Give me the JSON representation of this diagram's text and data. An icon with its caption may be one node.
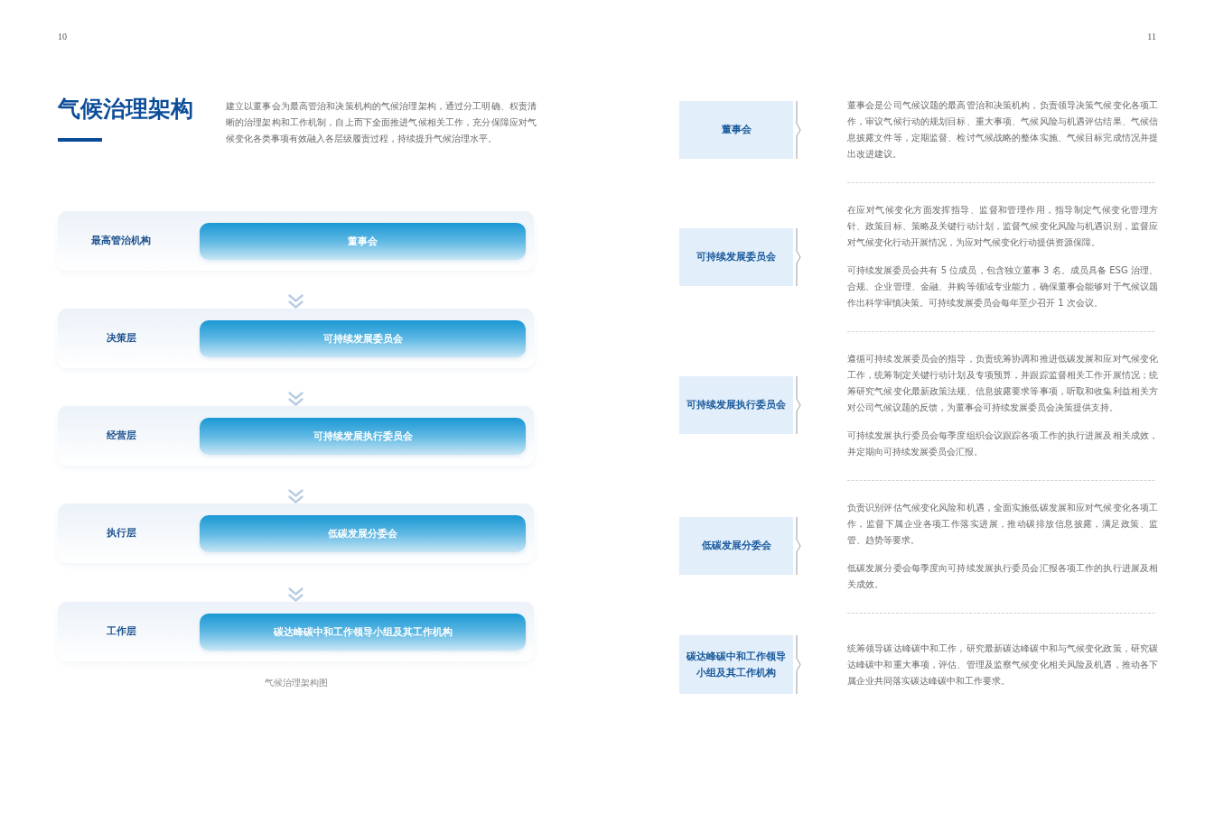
{
  "diagram": {
    "title": "气候治理架构",
    "caption": "气候治理架构图",
    "nodes": [
      {
        "text": [
          "最高管治机构"
        ]
      },
      {
        "text": [
          "董事会"
        ],
        "in": 0
      },
      {
        "text": [
          "决策层"
        ]
      },
      {
        "text": [
          "可持续发展委员会"
        ],
        "in": 2
      },
      {
        "text": [
          "经营层"
        ]
      },
      {
        "text": [
          "可持续发展执行委员会"
        ],
        "in": 4
      },
      {
        "text": [
          "执行层"
        ]
      },
      {
        "text": [
          "低碳发展分委会"
        ],
        "in": 6
      },
      {
        "text": [
          "工作层"
        ]
      },
      {
        "text": [
          "碳达峰碳中和工作领导小组及其工作机构"
        ],
        "in": 8
      },
      {
        "text": [
          "董事会"
        ]
      },
      {
        "text": [
          "可持续发展委员会"
        ]
      },
      {
        "text": [
          "可持续发展执行委员会"
        ]
      },
      {
        "text": [
          "低碳发展分委会"
        ]
      },
      {
        "text": [
          "碳达峰碳中和工作领导小组及其工作机构"
        ]
      }
    ],
    "edges": [
      {
        "from": 0,
        "to": 2,
        "arrow": "to"
      },
      {
        "from": 2,
        "to": 4,
        "arrow": "to"
      },
      {
        "from": 4,
        "to": 6,
        "arrow": "to"
      },
      {
        "from": 6,
        "to": 8,
        "arrow": "to"
      }
    ],
    "labels": [
      "10",
      "建立以董事会为最高管治和决策机构的气候治理架构，通过分工明确、权责清晰的治理架构和工作机制，自上而下全面推进气候相关工作，充分保障应对气候变化各类事项有效融入各层级履责过程，持续提升气候治理水平。",
      "11",
      "董事会是公司气候议题的最高管治和决策机构，负责领导决策气候变化各项工作，审议气候行动的规划目标、重大事项、气候风险与机遇评估结果、气候信息披露文件等，定期监督、检讨气候战略的整体实施、气候目标完成情况并提出改进建议。",
      "在应对气候变化方面发挥指导、监督和管理作用，指导制定气候变化管理方针、政策目标、策略及关键行动计划，监督气候变化风险与机遇识别，监督应对气候变化行动开展情况，为应对气候变化行动提供资源保障。",
      "可持续发展委员会共有 5 位成员，包含独立董事 3 名。成员具备 ESG 治理、合规、企业管理、金融、并购等领域专业能力，确保董事会能够对于气候议题作出科学审慎决策。可持续发展委员会每年至少召开 1 次会议。",
      "遵循可持续发展委员会的指导，负责统筹协调和推进低碳发展和应对气候变化工作，统筹制定关键行动计划及专项预算，并跟踪监督相关工作开展情况；统筹研究气候变化最新政策法规、信息披露要求等事项，听取和收集利益相关方对公司气候议题的反馈，为董事会可持续发展委员会决策提供支持。",
      "可持续发展执行委员会每季度组织会议跟踪各项工作的执行进展及相关成效，并定期向可持续发展委员会汇报。",
      "负责识别评估气候变化风险和机遇，全面实施低碳发展和应对气候变化各项工作，监督下属企业各项工作落实进展，推动碳排放信息披露，满足政策、监管、趋势等要求。",
      "低碳发展分委会每季度向可持续发展执行委员会汇报各项工作的执行进展及相关成效。",
      "统筹领导碳达峰碳中和工作，研究最新碳达峰碳中和与气候变化政策，研究碳达峰碳中和重大事项，评估、管理及监察气候变化相关风险及机遇，推动各下属企业共同落实碳达峰碳中和工作要求。"
    ]
  }
}
